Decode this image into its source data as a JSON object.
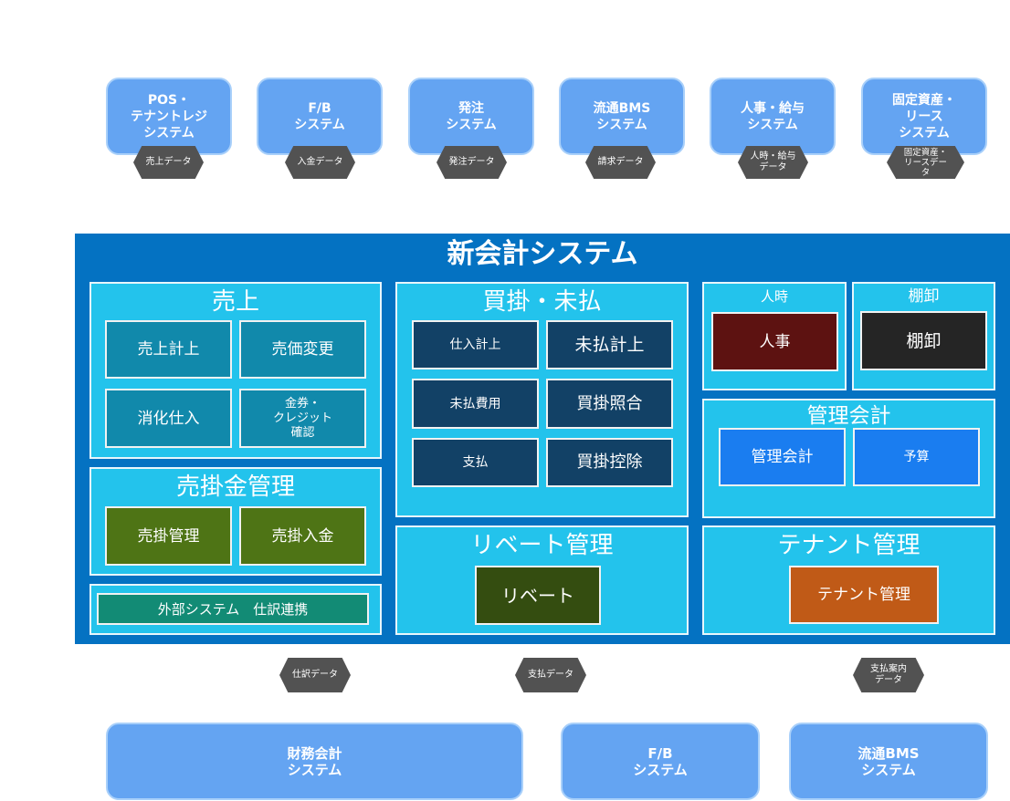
{
  "top_systems": [
    {
      "label": "POS・\nテナントレジ\nシステム",
      "data": "売上データ"
    },
    {
      "label": "F/B\nシステム",
      "data": "入金データ"
    },
    {
      "label": "発注\nシステム",
      "data": "発注データ"
    },
    {
      "label": "流通BMS\nシステム",
      "data": "請求データ"
    },
    {
      "label": "人事・給与\nシステム",
      "data": "人時・給与\nデータ"
    },
    {
      "label": "固定資産・\nリース\nシステム",
      "data": "固定資産・\nリースデー\nタ"
    }
  ],
  "main": {
    "title": "新会計システム",
    "uriage": {
      "title": "売上",
      "items": [
        "売上計上",
        "売価変更",
        "消化仕入",
        "金券・\nクレジット\n確認"
      ]
    },
    "urikake": {
      "title": "売掛金管理",
      "items": [
        "売掛管理",
        "売掛入金"
      ]
    },
    "gaibu": {
      "label": "外部システム　仕訳連携"
    },
    "kaikake": {
      "title": "買掛・未払",
      "items": [
        "仕入計上",
        "未払計上",
        "未払費用",
        "買掛照合",
        "支払",
        "買掛控除"
      ]
    },
    "rebate": {
      "title": "リベート管理",
      "item": "リベート"
    },
    "jinji": {
      "title": "人時",
      "item": "人事"
    },
    "tanaoroshi": {
      "title": "棚卸",
      "item": "棚卸"
    },
    "kanri": {
      "title": "管理会計",
      "items": [
        "管理会計",
        "予算"
      ]
    },
    "tenant": {
      "title": "テナント管理",
      "item": "テナント管理"
    }
  },
  "bottom_flows": [
    "仕訳データ",
    "支払データ",
    "支払案内\nデータ"
  ],
  "bottom_systems": [
    "財務会計\nシステム",
    "F/B\nシステム",
    "流通BMS\nシステム"
  ],
  "colors": {
    "main_bg": "#0472c2",
    "panel_bg": "#23c3ec",
    "external_system": "#64a4f2",
    "data_tag": "#525252"
  }
}
